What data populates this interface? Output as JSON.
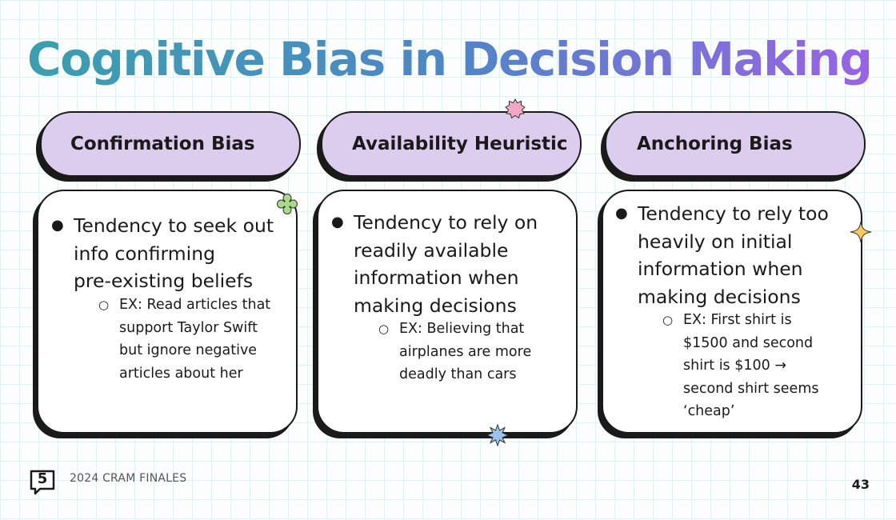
{
  "title": "Cognitive Bias in Decision Making",
  "cards": [
    {
      "heading": "Confirmation Bias",
      "main": [
        "Tendency to seek out",
        "info confirming",
        "pre-existing beliefs"
      ],
      "sub": [
        "EX: Read articles that",
        "support Taylor Swift",
        "but ignore negative",
        "articles about her"
      ]
    },
    {
      "heading": "Availability Heuristic",
      "main": [
        "Tendency to rely on",
        "readily available",
        "information when",
        "making decisions"
      ],
      "sub": [
        "EX: Believing that",
        "airplanes are more",
        "deadly than cars"
      ]
    },
    {
      "heading": "Anchoring Bias",
      "main": [
        "Tendency to rely too",
        "heavily on initial",
        "information when",
        "making decisions"
      ],
      "sub": [
        "EX: First shirt is",
        "$1500 and second",
        "shirt is $100 →",
        "second shirt seems",
        "‘cheap’"
      ]
    }
  ],
  "bullets": {
    "main": "●",
    "sub": "○"
  },
  "footer": {
    "logo": "5",
    "label": "2024 CRAM FINALES",
    "page_number": "43"
  },
  "colors": {
    "pill": "#dccdee",
    "outline": "#1a1a1a",
    "title_gradient": [
      "#3b9fae",
      "#4f86c6",
      "#9a62e6"
    ],
    "star_pink": "#f0a6c4",
    "star_green": "#a9d98a",
    "star_blue": "#9bc3f0",
    "star_yellow": "#f7c85a"
  },
  "icons": [
    "five-logo-icon",
    "green-flower-icon",
    "pink-sun-icon",
    "blue-star-icon",
    "yellow-sparkle-icon"
  ]
}
